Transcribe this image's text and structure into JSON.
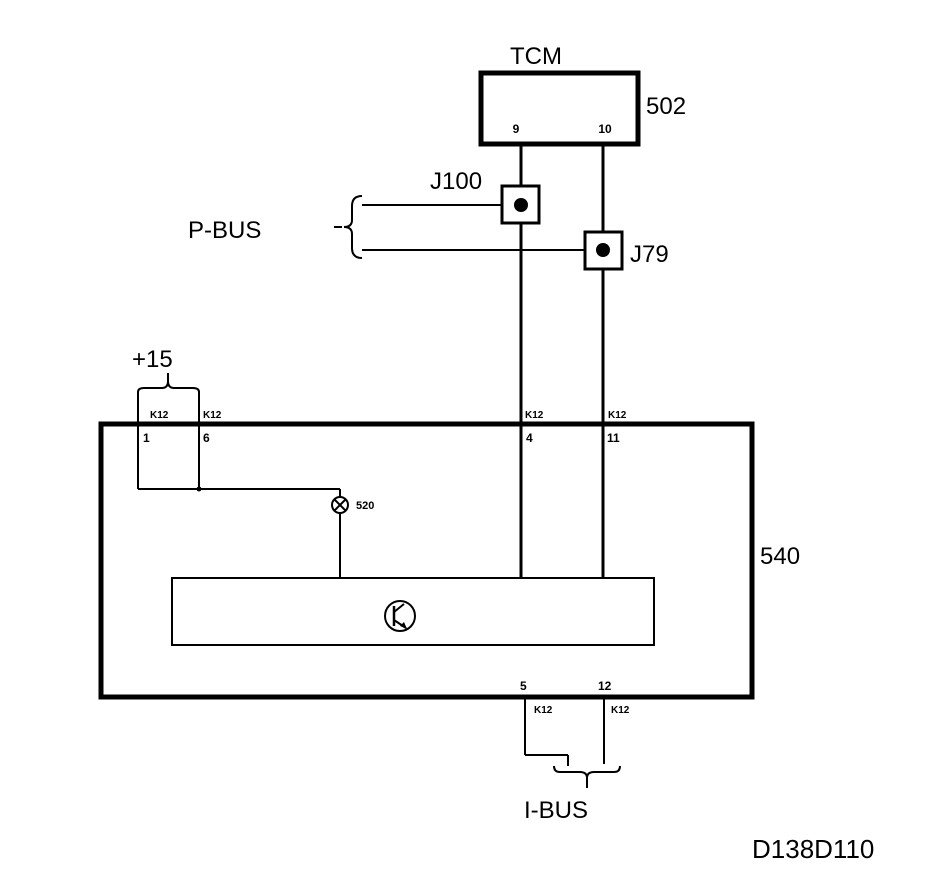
{
  "diagram": {
    "tcm": {
      "title": "TCM",
      "id": "502",
      "pins": [
        "9",
        "10"
      ]
    },
    "splices": [
      "J100",
      "J79"
    ],
    "pbus_label": "P-BUS",
    "supply_label": "+15",
    "module": {
      "id": "540",
      "top_pins": [
        "1",
        "6",
        "4",
        "11"
      ],
      "bottom_pins": [
        "5",
        "12"
      ],
      "connector": "K12",
      "lamp_id": "520"
    },
    "ibus_label": "I-BUS",
    "figure_code": "D138D110"
  }
}
